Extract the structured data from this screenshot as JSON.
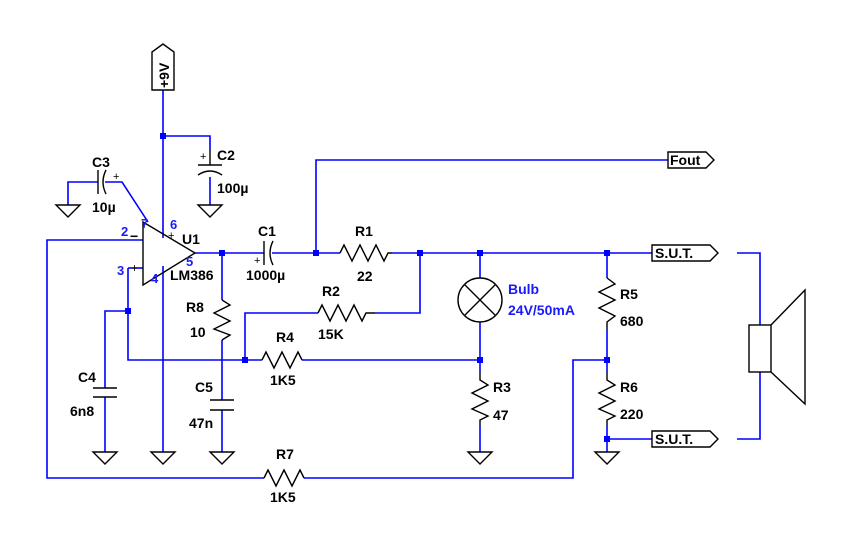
{
  "supply": {
    "label": "+9V"
  },
  "ports": {
    "fout": "Fout",
    "sut_top": "S.U.T.",
    "sut_bottom": "S.U.T."
  },
  "opamp": {
    "ref": "U1",
    "part": "LM386",
    "pin2": "2",
    "pin3": "3",
    "pin4": "4",
    "pin5": "5",
    "pin6": "6",
    "pin7": "7"
  },
  "components": {
    "C1": {
      "ref": "C1",
      "value": "1000µ"
    },
    "C2": {
      "ref": "C2",
      "value": "100µ"
    },
    "C3": {
      "ref": "C3",
      "value": "10µ"
    },
    "C4": {
      "ref": "C4",
      "value": "6n8"
    },
    "C5": {
      "ref": "C5",
      "value": "47n"
    },
    "R1": {
      "ref": "R1",
      "value": "22"
    },
    "R2": {
      "ref": "R2",
      "value": "15K"
    },
    "R3": {
      "ref": "R3",
      "value": "47"
    },
    "R4": {
      "ref": "R4",
      "value": "1K5"
    },
    "R5": {
      "ref": "R5",
      "value": "680"
    },
    "R6": {
      "ref": "R6",
      "value": "220"
    },
    "R7": {
      "ref": "R7",
      "value": "1K5"
    },
    "R8": {
      "ref": "R8",
      "value": "10"
    },
    "bulb": {
      "ref": "Bulb",
      "value": "24V/50mA"
    }
  },
  "colors": {
    "wire": "#0000ff",
    "symbol": "#000000",
    "pin_label": "#1a1aff"
  }
}
